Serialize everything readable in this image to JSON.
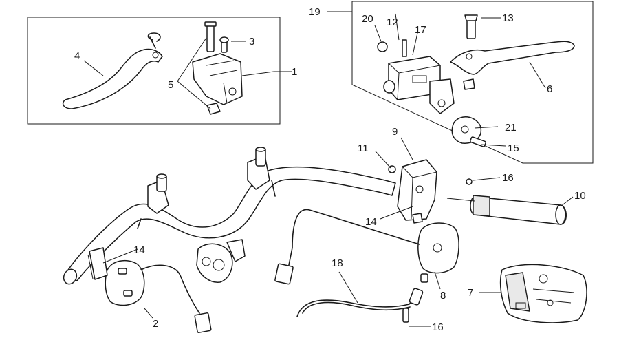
{
  "callouts": [
    "1",
    "2",
    "3",
    "4",
    "5",
    "6",
    "7",
    "8",
    "9",
    "10",
    "11",
    "12",
    "13",
    "14",
    "14",
    "15",
    "16",
    "16",
    "17",
    "18",
    "19",
    "20",
    "21"
  ]
}
